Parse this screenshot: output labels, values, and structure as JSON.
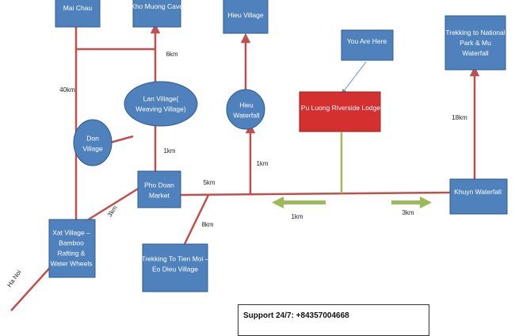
{
  "colors": {
    "node_fill": "#4f81bd",
    "node_stroke": "#2c5a8f",
    "highlight_fill": "#d43030",
    "highlight_stroke": "#a01e1e",
    "road": "#c0504d",
    "connector": "#9bbb59",
    "arrow_green": "#9bbb59",
    "callout": "#5b8fd0"
  },
  "nodes": {
    "mai_chau": [
      "Mai Chau"
    ],
    "kho_muong_cave": [
      "Kho Muong Cave"
    ],
    "hieu_village": [
      "Hieu Village"
    ],
    "you_are_here": [
      "You Are Here"
    ],
    "trekking_national_park": [
      "Trekking to National",
      "Park  & Mu",
      "Waterfall"
    ],
    "lan_village": [
      "Lan Village(",
      "Weaving Village)"
    ],
    "hieu_waterfall": [
      "Hieu",
      "Waterfall"
    ],
    "pu_luong_lodge": [
      "Pu Luong Riverside Lodge"
    ],
    "don_village": [
      "Don",
      "Village"
    ],
    "pho_doan_market": [
      "Pho Doan",
      "Market"
    ],
    "khuyn_waterfall": [
      "Khuyn Waterfall"
    ],
    "xat_village": [
      "Xat Village –",
      "Bamboo",
      "Rafting &",
      "Water Wheels"
    ],
    "trekking_tien_moi": [
      "Trekking To Tien Moi –",
      "Eo Dieu Village"
    ]
  },
  "distances": {
    "d_40km": "40km",
    "d_6km": "6km",
    "d_1km_lan": "1km",
    "d_1km_hieu": "1km",
    "d_5km": "5km",
    "d_3km_xat": "3km",
    "d_8km": "8km",
    "d_1km_arrow": "1km",
    "d_3km_arrow": "3km",
    "d_18km": "18km"
  },
  "road_label": "Ha Noi",
  "support": {
    "label": "Support 24/7: +84357004668"
  }
}
